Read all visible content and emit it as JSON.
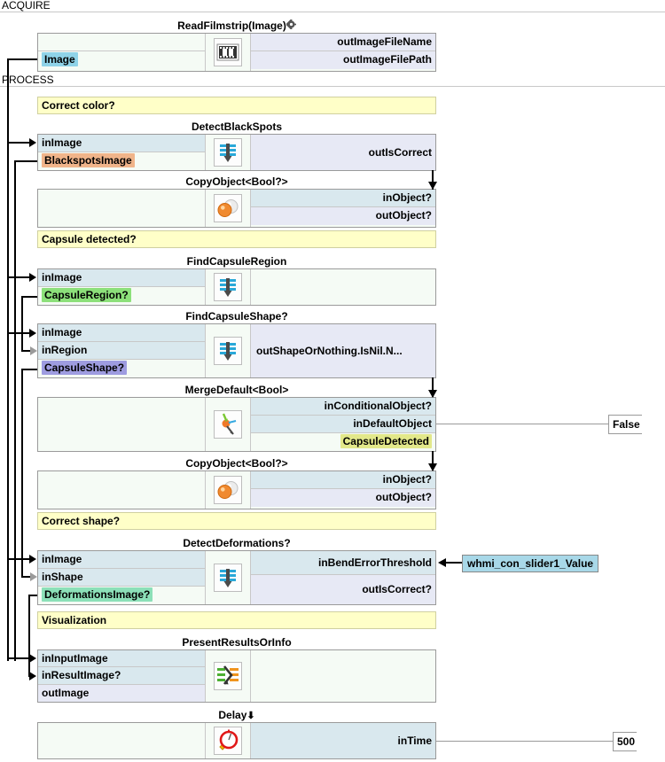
{
  "sections": [
    {
      "name": "acquire",
      "label": "ACQUIRE"
    },
    {
      "name": "process",
      "label": "PROCESS"
    }
  ],
  "nodes": [
    {
      "id": "read-filmstrip",
      "title": "ReadFilmstrip(Image)",
      "title_suffix_icon": "gear-icon",
      "icon": "filmstrip-icon",
      "left_ports": [
        {
          "label": "",
          "style": "plain"
        },
        {
          "label": "Image",
          "style": "plain",
          "highlight": "blue"
        }
      ],
      "right_ports": [
        {
          "label": "outImageFileName",
          "style": "out"
        },
        {
          "label": "outImageFilePath",
          "style": "out"
        }
      ]
    },
    {
      "id": "detect-black-spots",
      "title": "DetectBlackSpots",
      "icon": "filter-down-icon",
      "left_ports": [
        {
          "label": "inImage",
          "style": "in"
        },
        {
          "label": "BlackspotsImage",
          "style": "plain",
          "highlight": "orange"
        }
      ],
      "right_ports": [
        {
          "label": "outIsCorrect",
          "style": "out"
        }
      ]
    },
    {
      "id": "copy-object-bool-1",
      "title": "CopyObject<Bool?>",
      "icon": "copy-object-icon",
      "left_ports": [],
      "right_ports": [
        {
          "label": "inObject?",
          "style": "inr"
        },
        {
          "label": "outObject?",
          "style": "out"
        }
      ]
    },
    {
      "id": "find-capsule-region",
      "title": "FindCapsuleRegion",
      "icon": "filter-down-icon",
      "left_ports": [
        {
          "label": "inImage",
          "style": "in"
        },
        {
          "label": "CapsuleRegion?",
          "style": "plain",
          "highlight": "green"
        }
      ],
      "right_ports": []
    },
    {
      "id": "find-capsule-shape",
      "title": "FindCapsuleShape?",
      "icon": "filter-down-icon",
      "left_ports": [
        {
          "label": "inImage",
          "style": "in"
        },
        {
          "label": "inRegion",
          "style": "in"
        },
        {
          "label": "CapsuleShape?",
          "style": "plain",
          "highlight": "purple"
        }
      ],
      "right_ports": [
        {
          "label": "outShapeOrNothing.IsNil.N...",
          "style": "outleft"
        }
      ]
    },
    {
      "id": "merge-default-bool",
      "title": "MergeDefault<Bool>",
      "icon": "merge-default-icon",
      "left_ports": [],
      "right_ports": [
        {
          "label": "inConditionalObject?",
          "style": "inr"
        },
        {
          "label": "inDefaultObject",
          "style": "inr"
        },
        {
          "label": "CapsuleDetected",
          "style": "plainr",
          "highlight": "yellow"
        }
      ]
    },
    {
      "id": "copy-object-bool-2",
      "title": "CopyObject<Bool?>",
      "icon": "copy-object-icon",
      "left_ports": [],
      "right_ports": [
        {
          "label": "inObject?",
          "style": "inr"
        },
        {
          "label": "outObject?",
          "style": "out"
        }
      ]
    },
    {
      "id": "detect-deformations",
      "title": "DetectDeformations?",
      "icon": "filter-down-icon",
      "left_ports": [
        {
          "label": "inImage",
          "style": "in"
        },
        {
          "label": "inShape",
          "style": "in"
        },
        {
          "label": "DeformationsImage?",
          "style": "plain",
          "highlight": "mint"
        }
      ],
      "right_ports": [
        {
          "label": "inBendErrorThreshold",
          "style": "inr"
        },
        {
          "label": "outIsCorrect?",
          "style": "out"
        }
      ]
    },
    {
      "id": "present-results-or-info",
      "title": "PresentResultsOrInfo",
      "icon": "present-results-icon",
      "left_ports": [
        {
          "label": "inInputImage",
          "style": "in"
        },
        {
          "label": "inResultImage?",
          "style": "in"
        },
        {
          "label": "outImage",
          "style": "out"
        }
      ],
      "right_ports": []
    },
    {
      "id": "delay",
      "title": "Delay",
      "title_suffix_icon": "down-arrow-icon",
      "icon": "clock-icon",
      "left_ports": [],
      "right_ports": [
        {
          "label": "inTime",
          "style": "inr"
        }
      ]
    }
  ],
  "comments": [
    {
      "id": "correct-color",
      "label": "Correct color?"
    },
    {
      "id": "capsule-detected",
      "label": "Capsule detected?"
    },
    {
      "id": "correct-shape",
      "label": "Correct shape?"
    },
    {
      "id": "visualization",
      "label": "Visualization"
    }
  ],
  "external_values": [
    {
      "id": "false-value",
      "label": "False"
    },
    {
      "id": "delay-time-value",
      "label": "500"
    }
  ],
  "external_boxes": [
    {
      "id": "hmi-slider-value",
      "label": "whmi_con_slider1_Value"
    }
  ],
  "colors": {
    "input_port": "#d9e8ee",
    "output_port": "#e7e9f5",
    "node_bg": "#f5fbf5",
    "comment_bg": "#ffffc8",
    "comment_border": "#d0d0a0",
    "highlight_blue": "#8fd3e8",
    "highlight_orange": "#f0b48a",
    "highlight_green": "#8ce07a",
    "highlight_purple": "#9e9ce0",
    "highlight_mint": "#8ce0b8",
    "highlight_yellow": "#e2e88a",
    "wire": "#000000",
    "wire_grey": "#9a9a9a"
  }
}
